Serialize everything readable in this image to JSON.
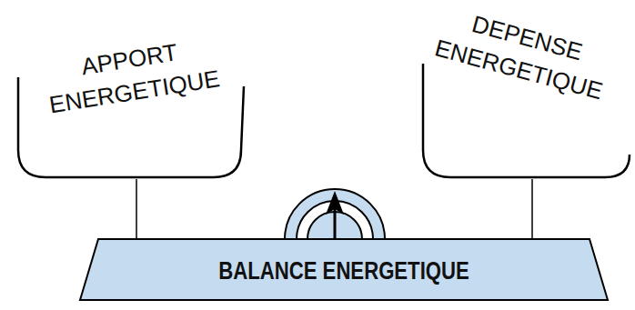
{
  "diagram": {
    "nodes": [
      {
        "text": [
          "APPORT ENERGETIQUE"
        ]
      },
      {
        "text": [
          "DEPENSE ENERGETIQUE"
        ]
      },
      {
        "text": [
          "BALANCE ENERGETIQUE"
        ]
      }
    ],
    "edges": [
      {
        "from": 0,
        "to": 2,
        "arrow": "none"
      },
      {
        "from": 1,
        "to": 2,
        "arrow": "none"
      }
    ]
  }
}
